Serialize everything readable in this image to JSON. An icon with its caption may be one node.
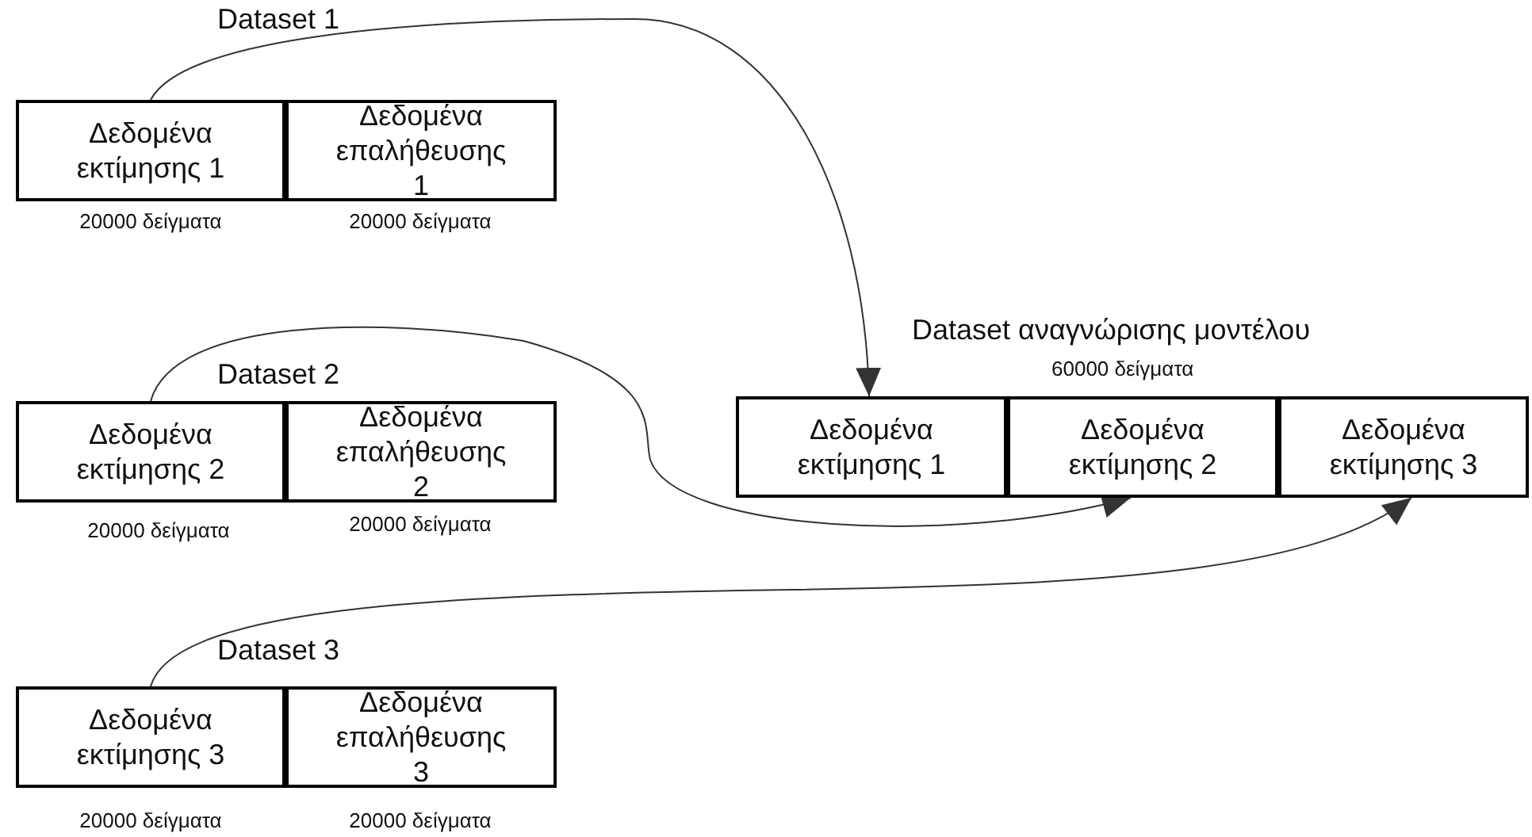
{
  "diagram": {
    "nodes": [
      {
        "text": [
          "Δεδομένα εκτίμησης 1"
        ],
        "beside": [
          "20000 δείγματα"
        ]
      },
      {
        "text": [
          "Δεδομένα επαλήθευσης 1"
        ],
        "beside": [
          "20000 δείγματα"
        ]
      },
      {
        "text": [
          "Δεδομένα εκτίμησης 2"
        ],
        "beside": [
          "20000 δείγματα"
        ]
      },
      {
        "text": [
          "Δεδομένα επαλήθευσης 2"
        ],
        "beside": [
          "20000 δείγματα"
        ]
      },
      {
        "text": [
          "Δεδομένα εκτίμησης 3"
        ],
        "beside": [
          "20000 δείγματα"
        ]
      },
      {
        "text": [
          "Δεδομένα επαλήθευσης 3"
        ],
        "beside": [
          "20000 δείγματα"
        ]
      },
      {
        "text": [
          "Δεδομένα εκτίμησης 1"
        ]
      },
      {
        "text": [
          "Δεδομένα εκτίμησης 2"
        ]
      },
      {
        "text": [
          "Δεδομένα εκτίμησης 3"
        ]
      }
    ],
    "edges": [
      {
        "from": 0,
        "to": 6,
        "arrow": "to"
      },
      {
        "from": 2,
        "to": 7,
        "arrow": "to"
      },
      {
        "from": 4,
        "to": 8,
        "arrow": "to"
      }
    ],
    "labels": [
      "Dataset 1",
      "Dataset 2",
      "Dataset αναγνώρισης μοντέλου",
      "60000 δείγματα",
      "Dataset 3"
    ]
  }
}
